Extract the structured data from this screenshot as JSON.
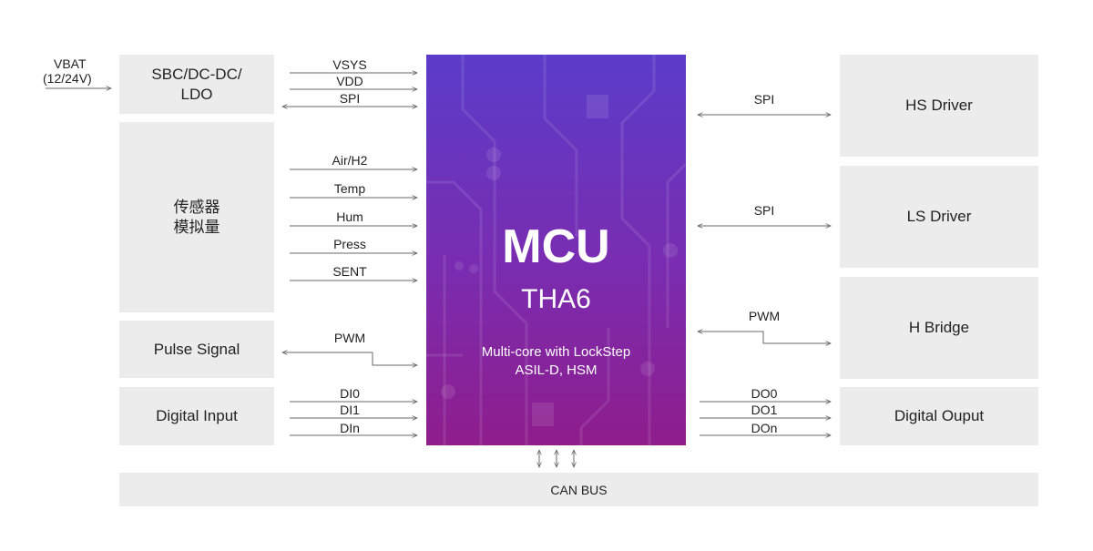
{
  "vbat": {
    "line1": "VBAT",
    "line2": "(12/24V)"
  },
  "left_blocks": {
    "sbc": {
      "line1": "SBC/DC-DC/",
      "line2": "LDO"
    },
    "sensor": {
      "line1": "传感器",
      "line2": "模拟量"
    },
    "pulse": "Pulse Signal",
    "digital_in": "Digital Input"
  },
  "right_blocks": {
    "hs": "HS Driver",
    "ls": "LS Driver",
    "hbridge": "H Bridge",
    "digital_out": "Digital Ouput"
  },
  "mcu": {
    "title": "MCU",
    "model": "THA6",
    "desc1": "Multi-core  with LockStep",
    "desc2": "ASIL-D,  HSM"
  },
  "signals_left": {
    "vsys": "VSYS",
    "vdd": "VDD",
    "spi": "SPI",
    "air": "Air/H2",
    "temp": "Temp",
    "hum": "Hum",
    "press": "Press",
    "sent": "SENT",
    "pwm": "PWM",
    "di0": "DI0",
    "di1": "DI1",
    "din": "DIn"
  },
  "signals_right": {
    "spi_hs": "SPI",
    "spi_ls": "SPI",
    "pwm": "PWM",
    "do0": "DO0",
    "do1": "DO1",
    "don": "DOn"
  },
  "bus": "CAN  BUS",
  "colors": {
    "block_bg": "#ececec",
    "line": "#6a6a6a",
    "mcu_top": "#5b3cc9",
    "mcu_bottom": "#8f1d8c"
  }
}
